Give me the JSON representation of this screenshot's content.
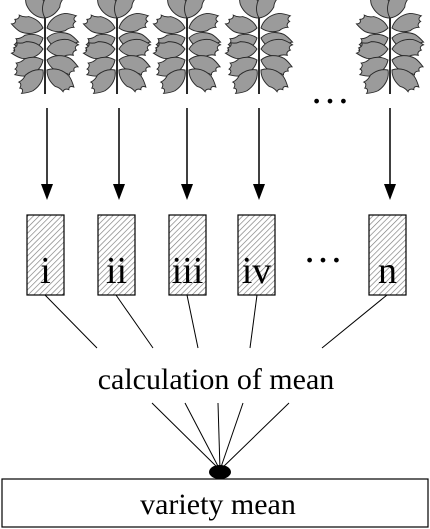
{
  "diagram": {
    "ellipsis_top": "…",
    "ellipsis_mid": "…",
    "samples": [
      {
        "label": "i"
      },
      {
        "label": "ii"
      },
      {
        "label": "iii"
      },
      {
        "label": "iv"
      },
      {
        "label": "n"
      }
    ],
    "calculation_label": "calculation of mean",
    "result_label": "variety mean",
    "colors": {
      "leaf_fill": "#9b9b9b",
      "leaf_stroke": "#2a2a2a",
      "box_hatch": "#7a7a7a",
      "line": "#000000"
    },
    "icons": {
      "plant": "leafy-plant-icon"
    }
  }
}
